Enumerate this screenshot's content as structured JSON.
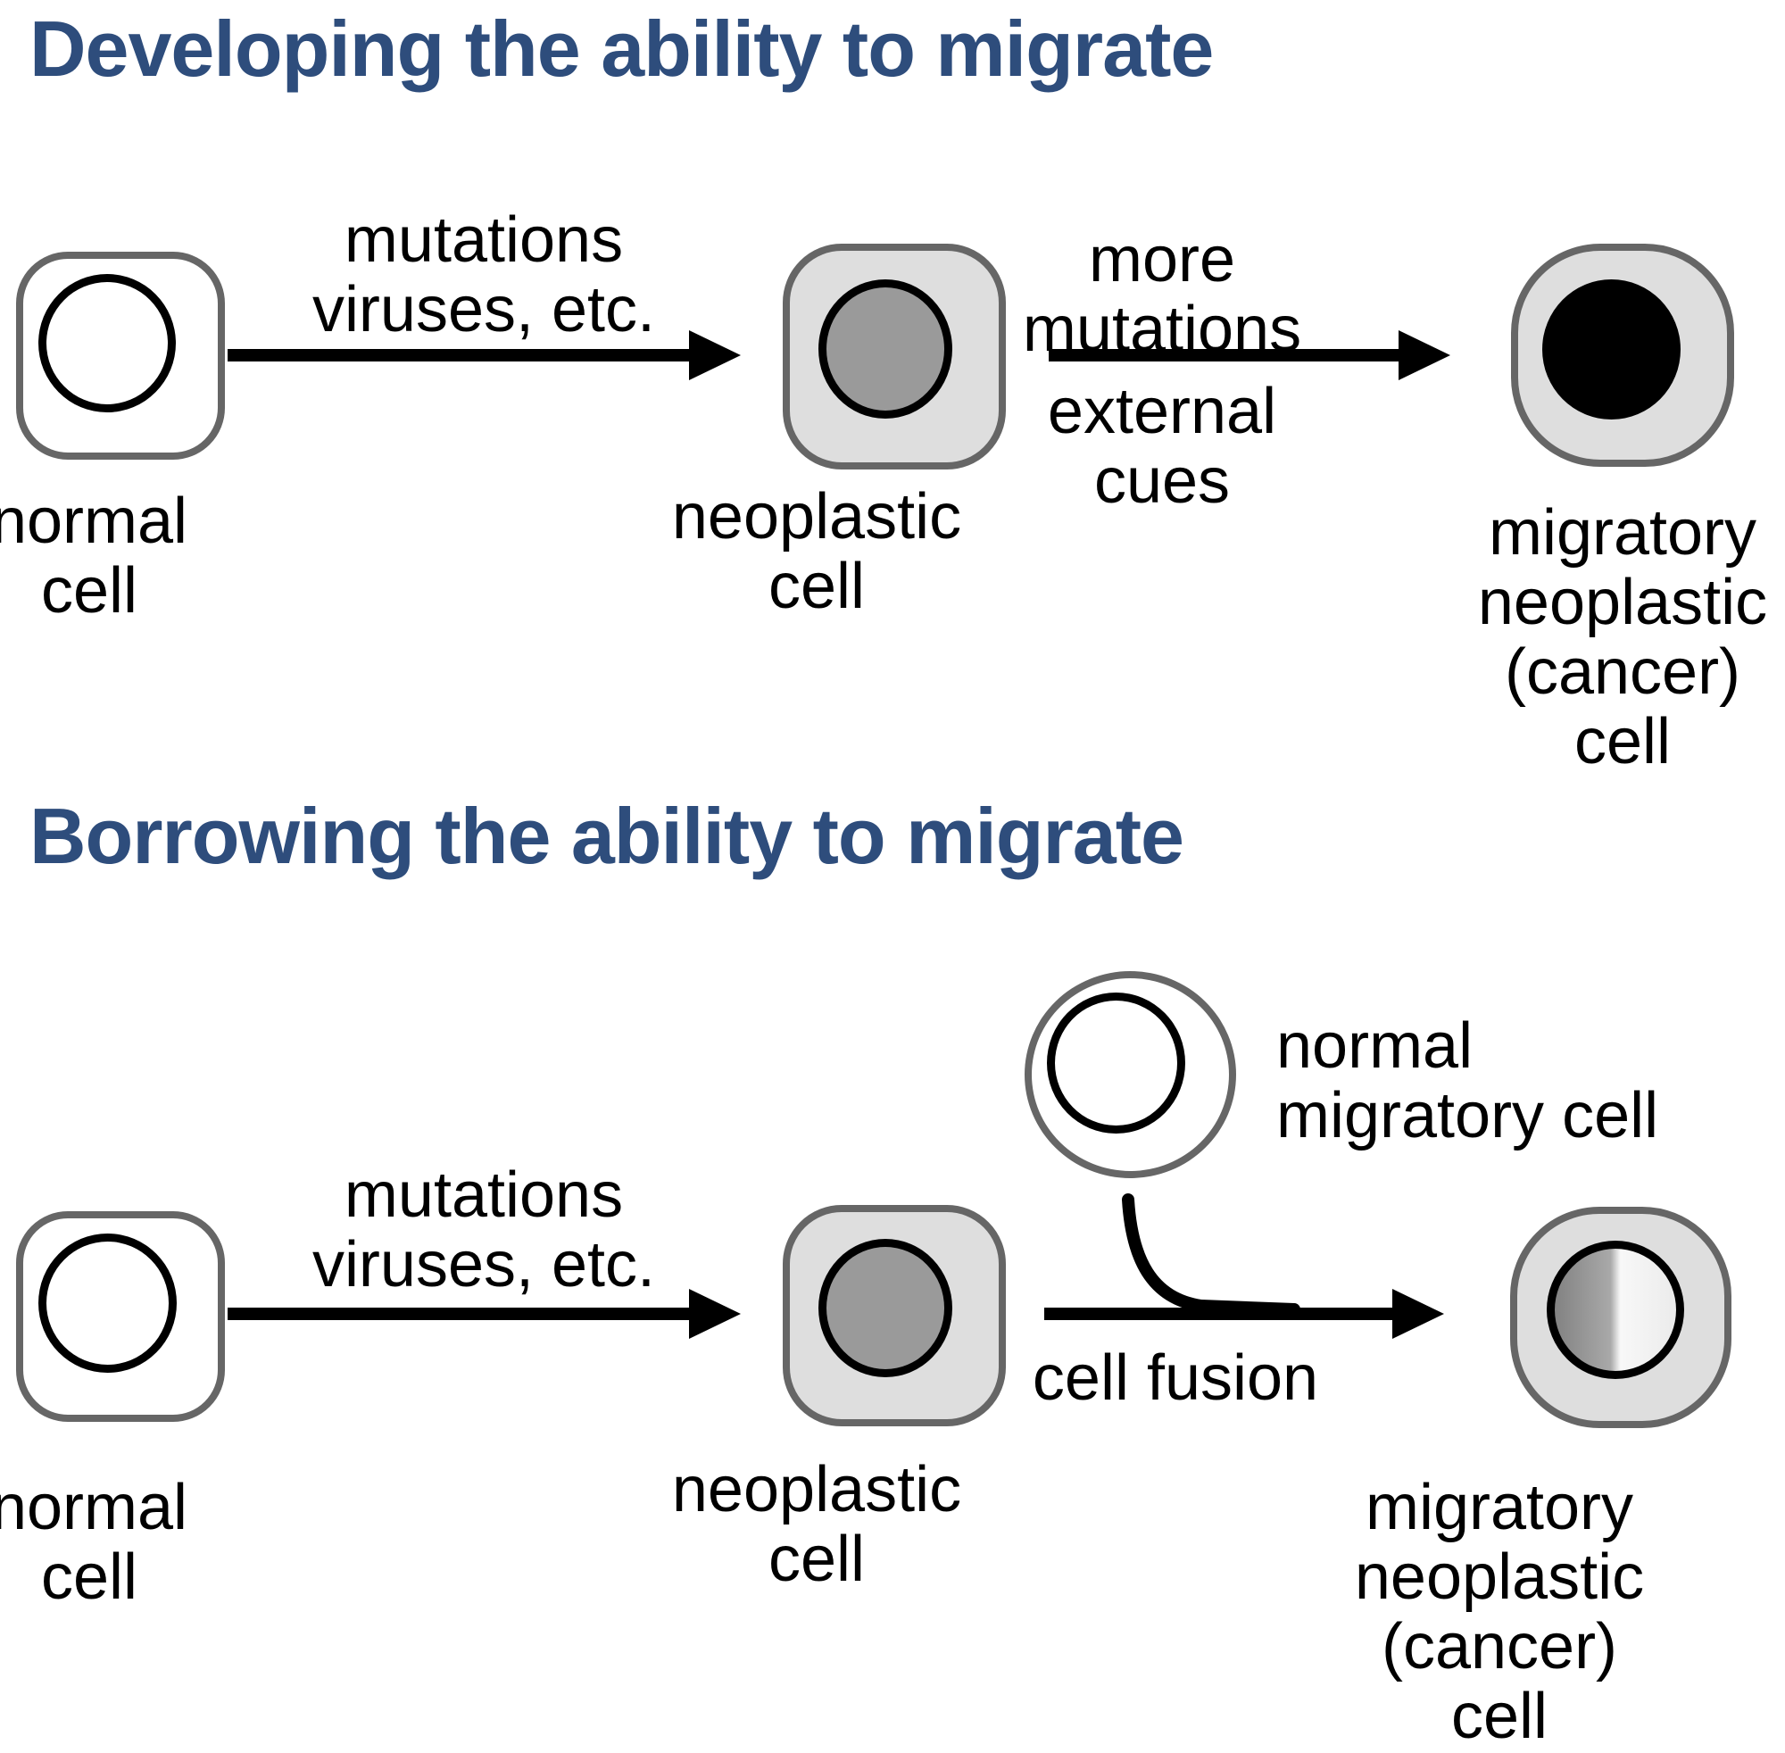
{
  "colors": {
    "title_blue": "#2e4d7c",
    "border_gray": "#666666",
    "cell_fill": "#dedede",
    "nucleus_gray": "#9a9a9a",
    "nucleus_grad_dark": "#828282",
    "nucleus_grad_mid": "#a9a9a9",
    "nucleus_grad_light": "#f8f8f8",
    "nucleus_grad_right": "#ebebeb"
  },
  "section_develop": {
    "title": "Developing the ability to migrate",
    "normal_cell_label": [
      "normal",
      "cell"
    ],
    "arrow1_label": [
      "mutations",
      "viruses, etc."
    ],
    "neoplastic_cell_label": [
      "neoplastic",
      "cell"
    ],
    "arrow2_label_above": [
      "more",
      "mutations"
    ],
    "arrow2_label_below": [
      "external",
      "cues"
    ],
    "migratory_cell_label": [
      "migratory",
      "neoplastic",
      "(cancer)",
      "cell"
    ]
  },
  "section_borrow": {
    "title": "Borrowing the ability to migrate",
    "normal_cell_label": [
      "normal",
      "cell"
    ],
    "arrow1_label": [
      "mutations",
      "viruses, etc."
    ],
    "neoplastic_cell_label": [
      "neoplastic",
      "cell"
    ],
    "donor_cell_label": [
      "normal",
      "migratory cell"
    ],
    "fusion_arrow_label": "cell fusion",
    "migratory_cell_label": [
      "migratory",
      "neoplastic",
      "(cancer)",
      "cell"
    ]
  }
}
